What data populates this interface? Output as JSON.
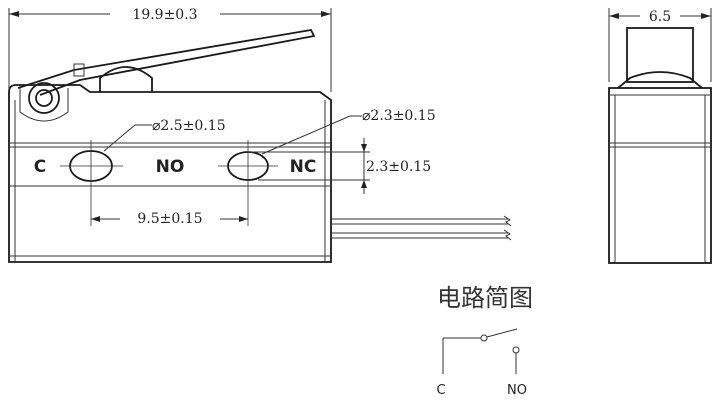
{
  "dimensions": {
    "overall_length": "19.9±0.3",
    "width": "6.5",
    "hole_left_dia": "⌀2.5±0.15",
    "hole_right_dia": "⌀2.3±0.15",
    "hole_offset": "2.3±0.15",
    "hole_spacing": "9.5±0.15"
  },
  "terminals": {
    "c": "C",
    "no": "NO",
    "nc": "NC"
  },
  "circuit": {
    "title": "电路简图",
    "c_label": "C",
    "no_label": "NO"
  }
}
